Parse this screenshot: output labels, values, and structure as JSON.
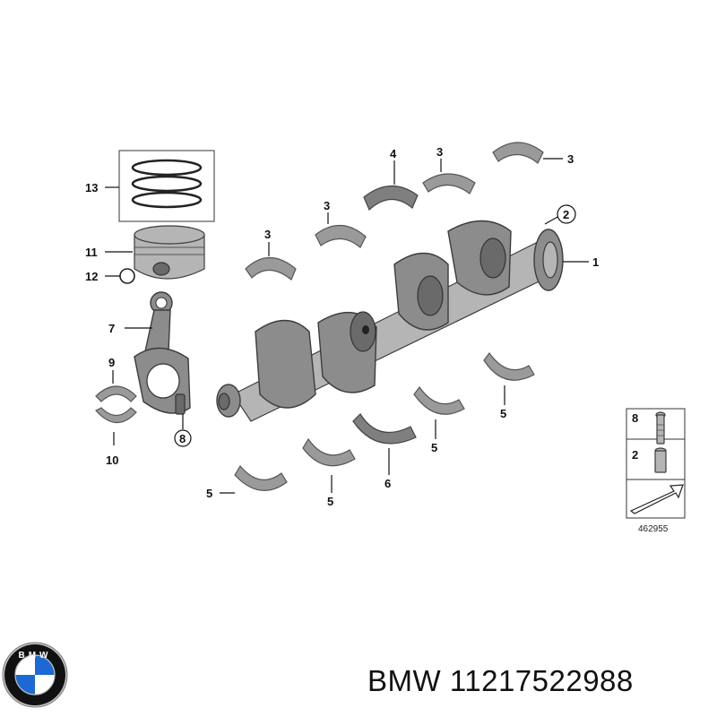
{
  "callouts": [
    {
      "id": "1",
      "text": "1"
    },
    {
      "id": "2",
      "text": "2"
    },
    {
      "id": "3a",
      "text": "3"
    },
    {
      "id": "3b",
      "text": "3"
    },
    {
      "id": "3c",
      "text": "3"
    },
    {
      "id": "3d",
      "text": "3"
    },
    {
      "id": "4",
      "text": "4"
    },
    {
      "id": "5a",
      "text": "5"
    },
    {
      "id": "5b",
      "text": "5"
    },
    {
      "id": "5c",
      "text": "5"
    },
    {
      "id": "5d",
      "text": "5"
    },
    {
      "id": "6",
      "text": "6"
    },
    {
      "id": "7",
      "text": "7"
    },
    {
      "id": "8",
      "text": "8"
    },
    {
      "id": "9",
      "text": "9"
    },
    {
      "id": "10",
      "text": "10"
    },
    {
      "id": "11",
      "text": "11"
    },
    {
      "id": "12",
      "text": "12"
    },
    {
      "id": "13",
      "text": "13"
    }
  ],
  "legend": {
    "item_top": "8",
    "item_bottom": "2"
  },
  "diagram_number": "462955",
  "footer": {
    "brand": "BMW",
    "part_number": "11217522988"
  },
  "logo": {
    "lettering": "BMW",
    "colors": {
      "blue": "#1c69d4",
      "white": "#ffffff",
      "ring": "#111111",
      "chrome": "#c0c0c0"
    }
  }
}
